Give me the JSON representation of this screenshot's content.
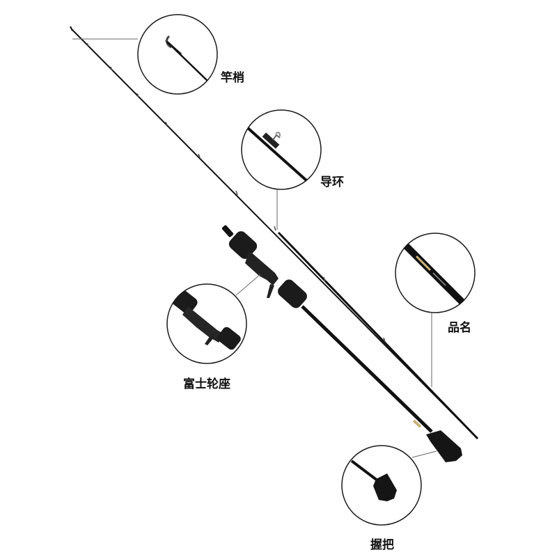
{
  "callouts": {
    "tip": "竿梢",
    "guide": "导环",
    "model_name": "品名",
    "reel_seat": "富士轮座",
    "grip": "握把"
  },
  "colors": {
    "background": "#ffffff",
    "rod": "#111111",
    "callout_line": "#555555",
    "circle_border": "#1a1a1a",
    "label_text": "#111111",
    "model_text_accent": "#c9b37a"
  },
  "icons": {
    "rod_image": "fishing-rod",
    "tip_detail": "rod-tip-closeup",
    "guide_detail": "line-guide-closeup",
    "model_detail": "rod-blank-logo-closeup",
    "reel_seat_detail": "reel-seat-closeup",
    "grip_detail": "rear-grip-closeup"
  }
}
